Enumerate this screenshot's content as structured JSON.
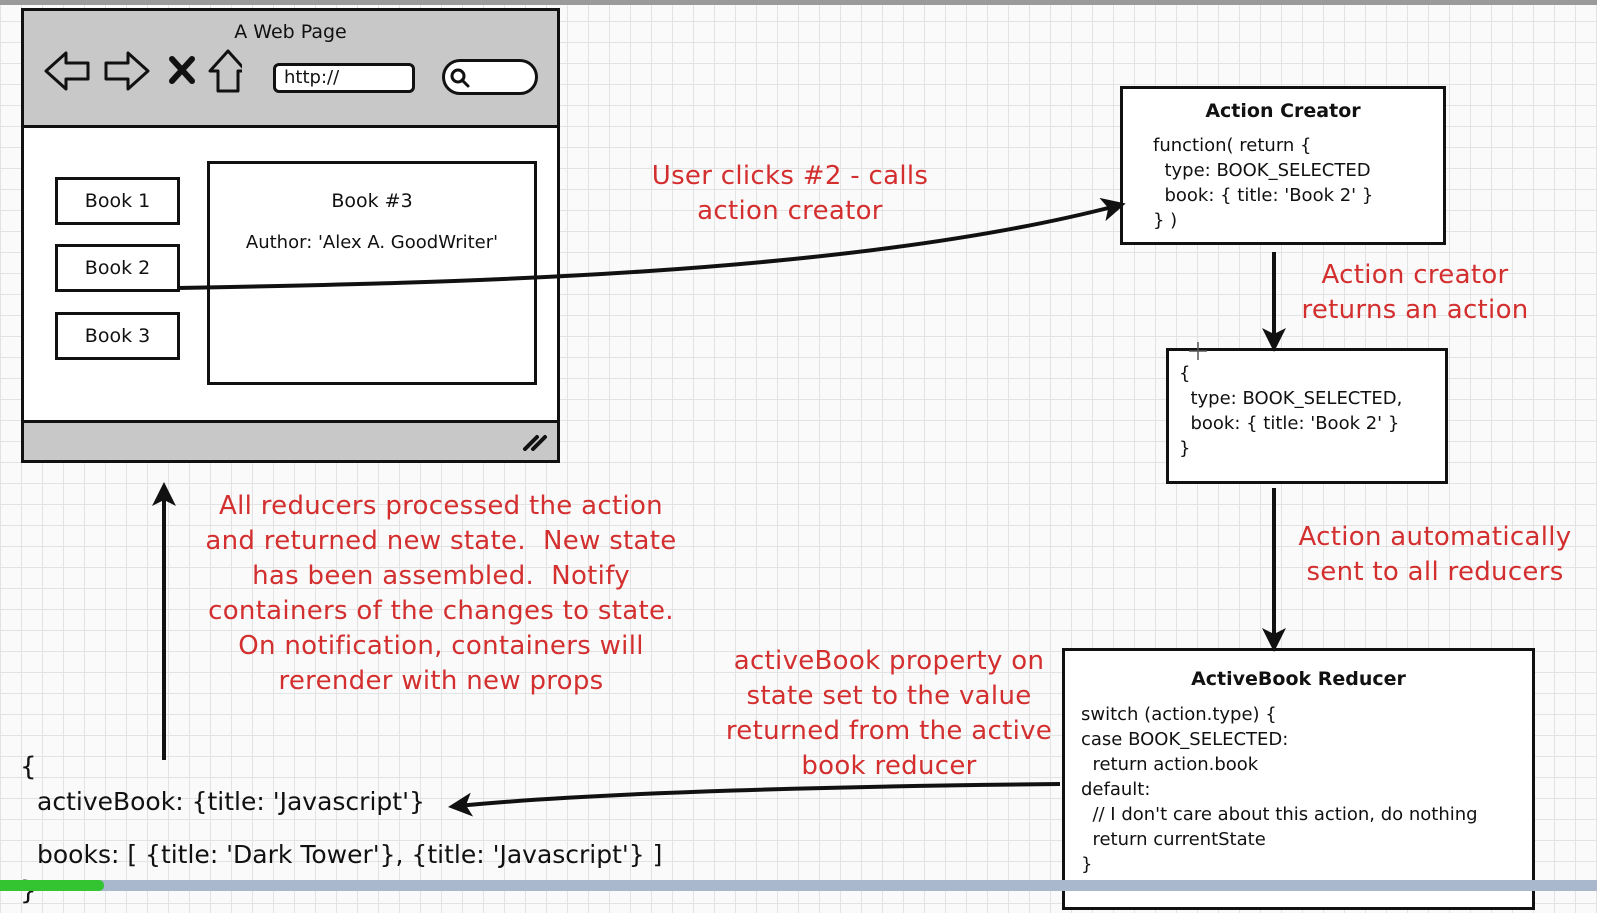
{
  "browser": {
    "title": "A Web Page",
    "url_text": "http://",
    "books": [
      "Book 1",
      "Book 2",
      "Book 3"
    ],
    "detail_title": "Book #3",
    "detail_author": "Author: 'Alex A. GoodWriter'"
  },
  "action_creator": {
    "title": "Action Creator",
    "code": "function( return {\n  type: BOOK_SELECTED\n  book: { title: 'Book 2' }\n} )"
  },
  "action": {
    "code": "{\n  type: BOOK_SELECTED,\n  book: { title: 'Book 2' }\n}"
  },
  "reducer": {
    "title": "ActiveBook Reducer",
    "code": "switch (action.type) {\ncase BOOK_SELECTED:\n  return action.book\ndefault:\n  // I don't care about this action, do nothing\n  return currentState\n}"
  },
  "state": {
    "open": "{",
    "active_book": "activeBook: {title: 'Javascript'}",
    "books": "books: [ {title: 'Dark Tower'}, {title: 'Javascript'} ]",
    "close": "}"
  },
  "annotations": {
    "user_clicks": "User clicks #2 - calls\naction creator",
    "returns_action": "Action creator\nreturns an action",
    "auto_sent": "Action automatically\nsent to all reducers",
    "active_prop": "activeBook property on\nstate set to the value\nreturned from the active\nbook reducer",
    "all_reducers": "All reducers processed the action\nand returned new state.  New state\nhas been assembled.  Notify\ncontainers of the changes to state.\nOn notification, containers will\nrerender with new props"
  },
  "colors": {
    "annotation": "#d32f2f",
    "progress": "#35c431",
    "progress_track": "#a9b8cc"
  },
  "video_progress": 0.065
}
